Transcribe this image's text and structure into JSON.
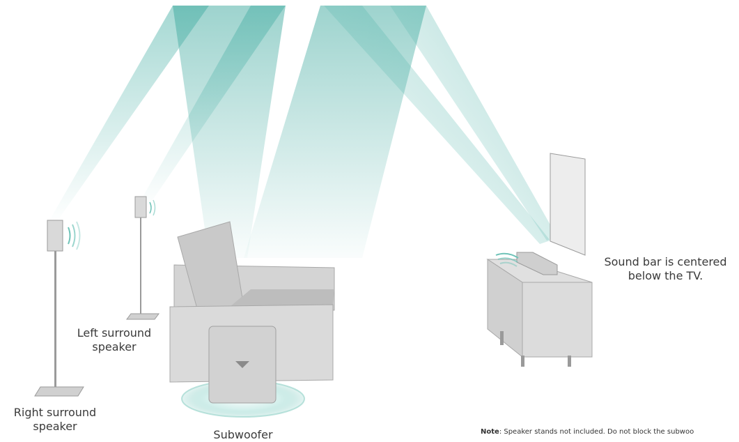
{
  "labels": {
    "left_surround_line1": "Left surround",
    "left_surround_line2": "speaker",
    "right_surround_line1": "Right surround",
    "right_surround_line2": "speaker",
    "subwoofer": "Subwoofer",
    "soundbar_line1": "Sound bar is centered",
    "soundbar_line2": "below the TV."
  },
  "note": {
    "bold": "Note",
    "text": ": Speaker stands not included. Do not block the subwoo"
  },
  "colors": {
    "beam": "#4fb3a9",
    "furniture": "#d9d9d9",
    "furniture_dark": "#bdbdbd",
    "wave": "#6fc3b8",
    "text": "#3a3a3a"
  }
}
